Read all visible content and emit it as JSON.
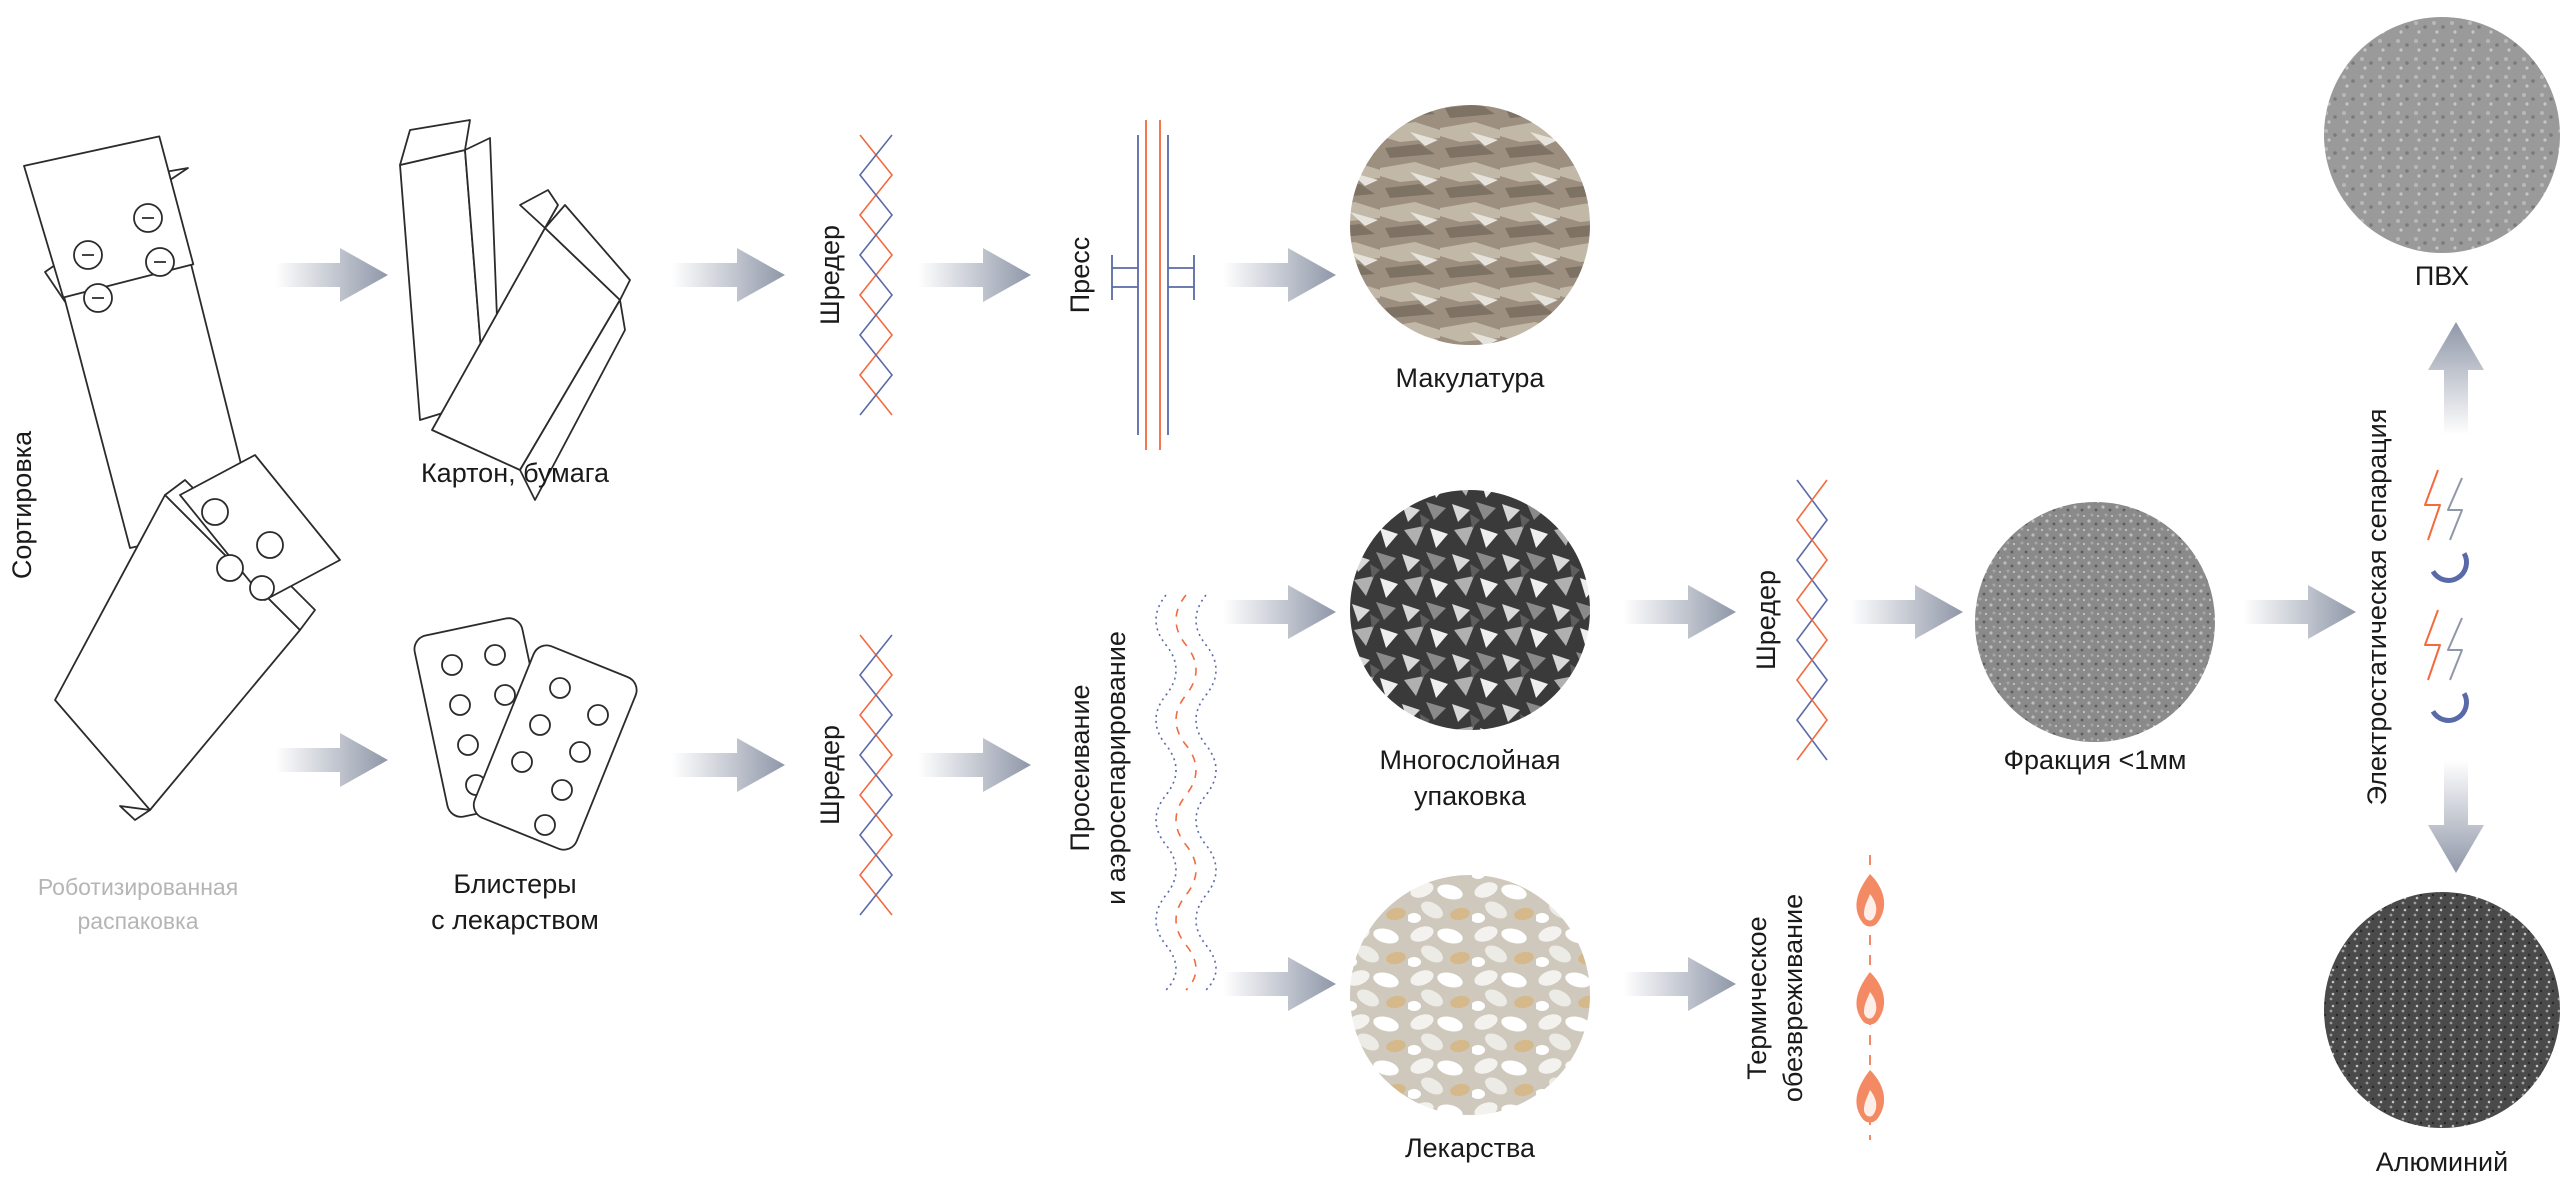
{
  "labels": {
    "sorting": "Сортировка",
    "robot_unpacking": [
      "Роботизированная",
      "распаковка"
    ],
    "cardboard_paper": "Картон, бумага",
    "blisters": [
      "Блистеры",
      "с лекарством"
    ],
    "shredder_top": "Шредер",
    "shredder_mid": "Шредер",
    "shredder_right": "Шредер",
    "press": "Пресс",
    "sieving": [
      "Просеивание",
      "и аэросепарирование"
    ],
    "wastepaper": "Макулатура",
    "multilayer": [
      "Многослойная",
      "упаковка"
    ],
    "medicines": "Лекарства",
    "thermal": [
      "Термическое",
      "обезвреживание"
    ],
    "fraction": "Фракция <1мм",
    "electrostatic": "Электростатическая сепарация",
    "pvc": "ПВХ",
    "aluminium": "Алюминий"
  },
  "icons": {
    "arrow": "arrow-right-icon",
    "shredder": "shredder-icon",
    "press": "press-icon",
    "sieve": "sieve-icon",
    "flame": "flame-icon",
    "lightning": "lightning-icon",
    "magnet": "magnet-icon"
  },
  "colors": {
    "accent_orange": "#f26a3d",
    "accent_blue": "#5a6aa8",
    "arrow_grey": "#8f97a8",
    "text": "#1a1a1a",
    "muted_text": "#b5b5b5"
  }
}
